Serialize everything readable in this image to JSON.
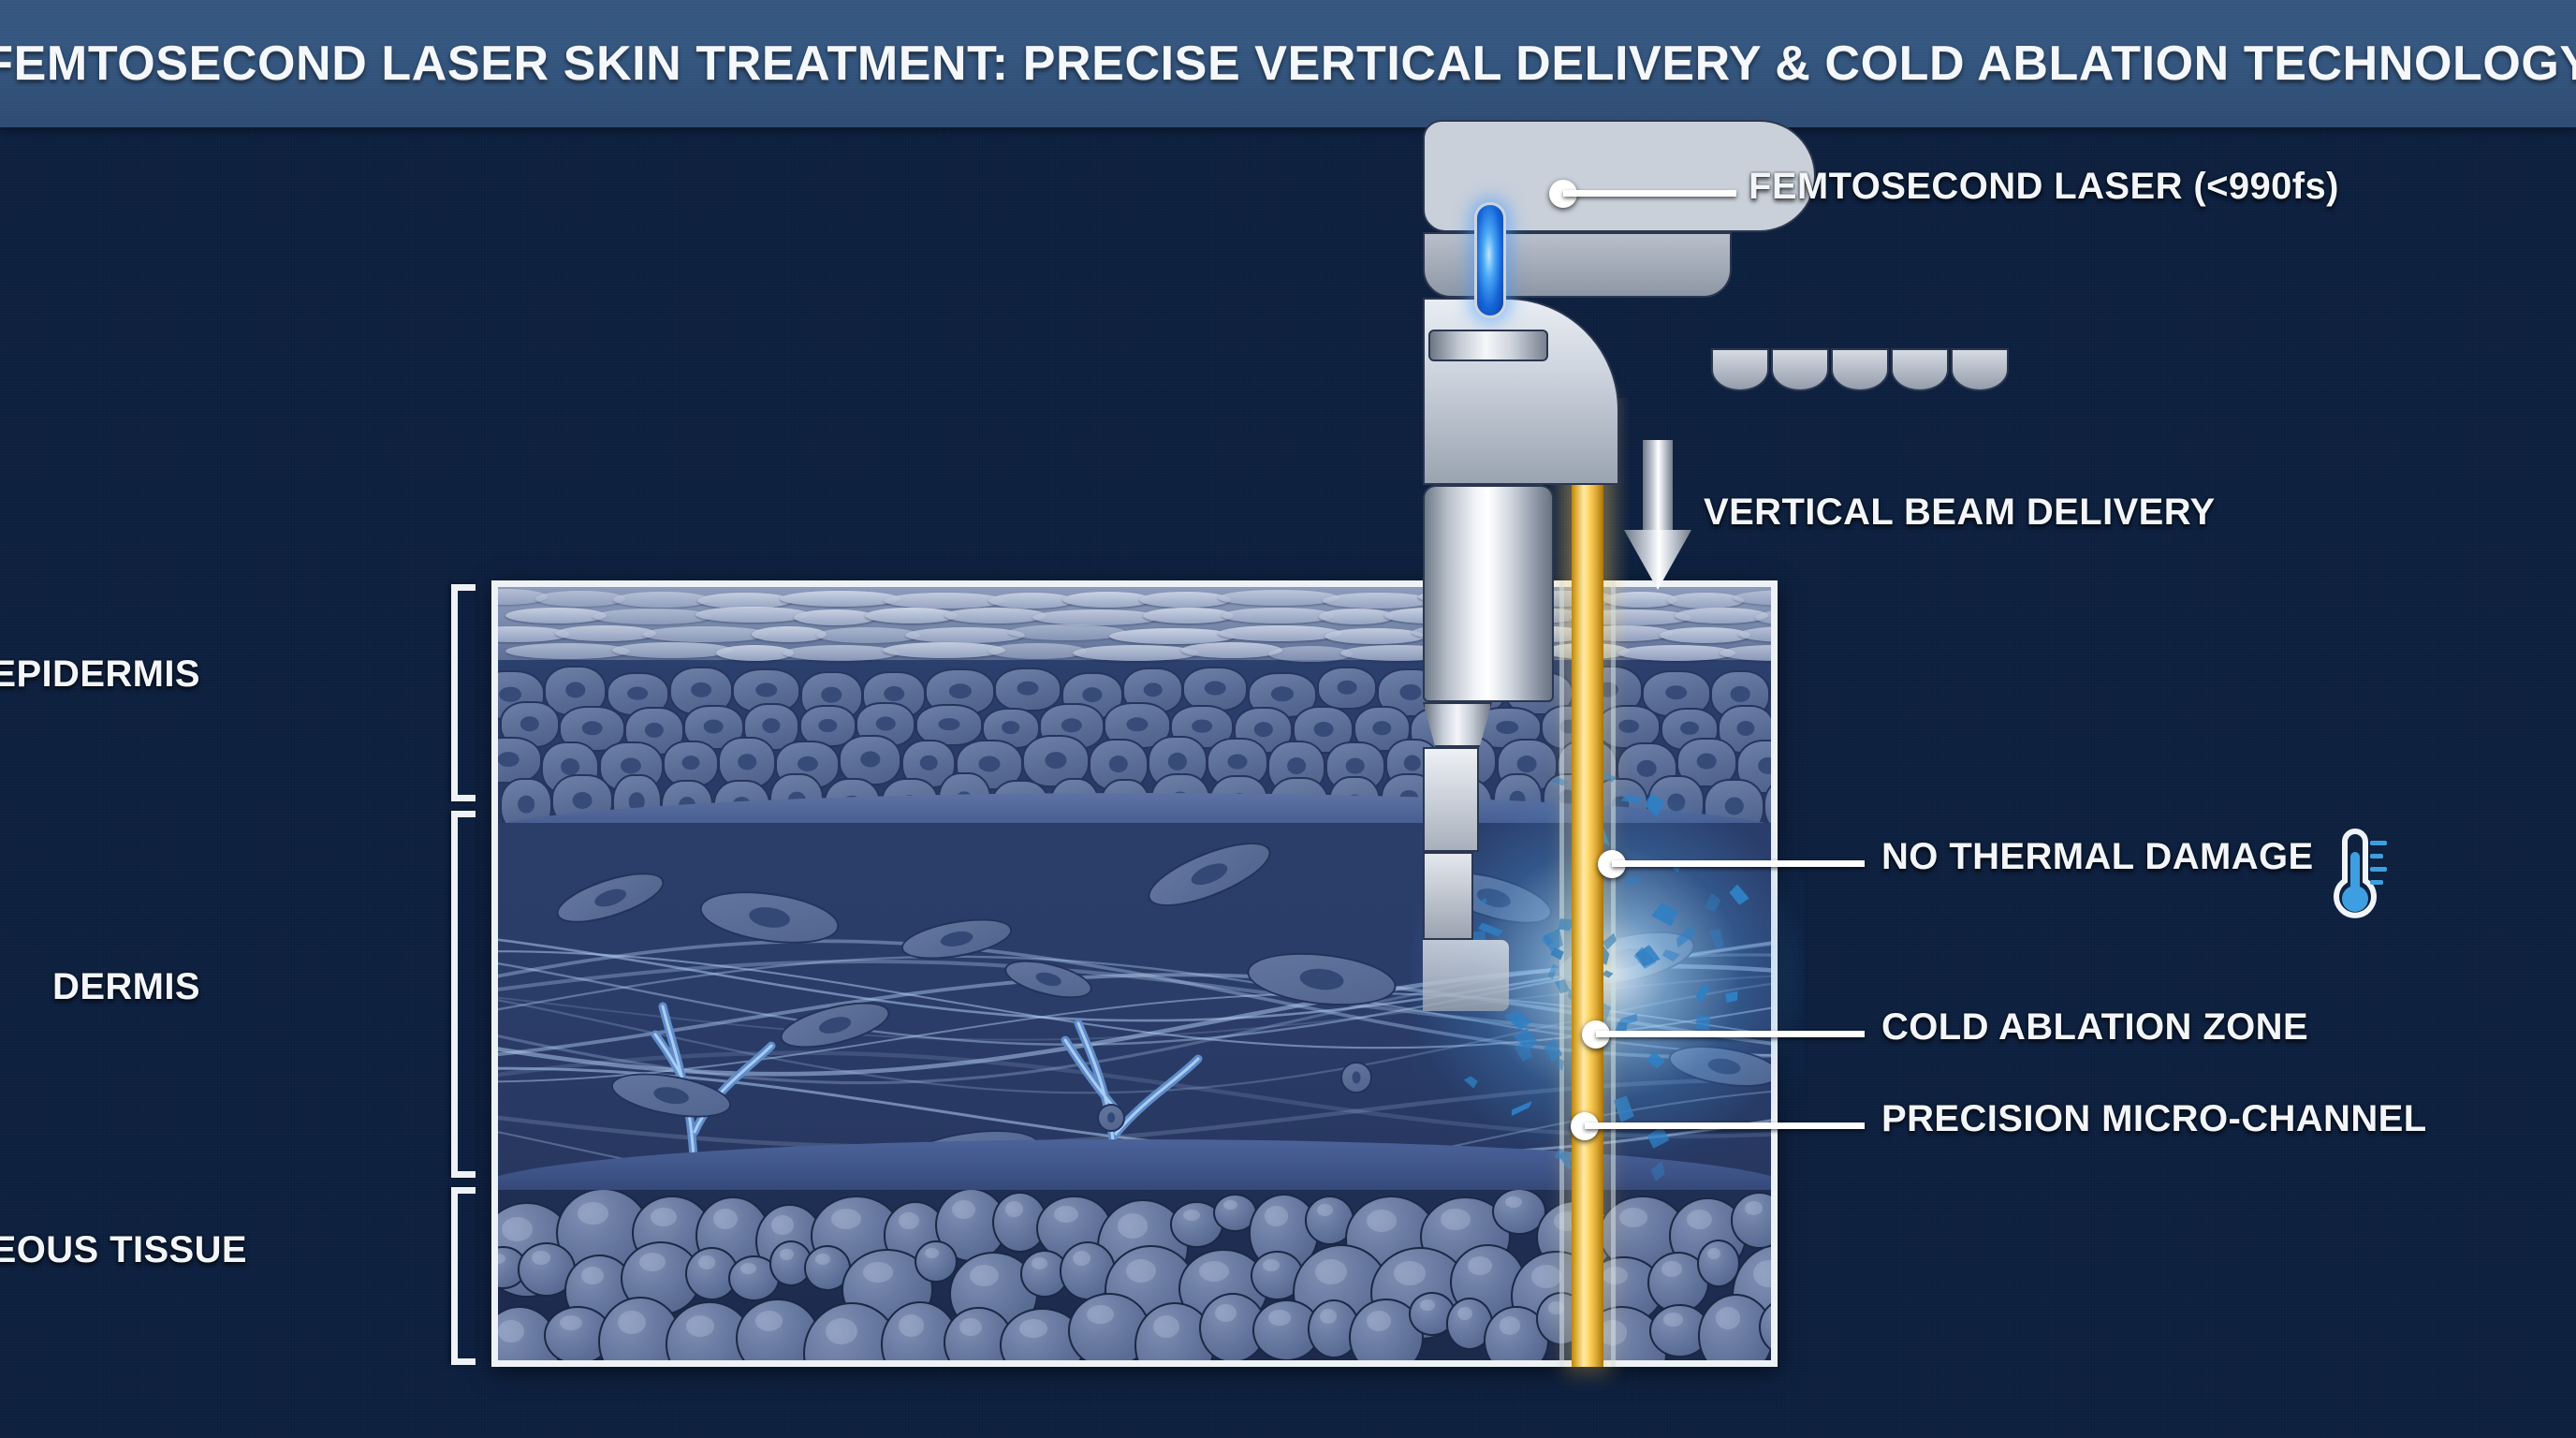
{
  "header": {
    "title": "FEMTOSECOND LASER SKIN TREATMENT: PRECISE VERTICAL DELIVERY & COLD ABLATION TECHNOLOGY",
    "bar_color": "#33547e"
  },
  "background": {
    "color": "#0c1f3e"
  },
  "device": {
    "label": "FEMTOSECOND LASER (<990fs)",
    "indicator_color": "#2f8ef0",
    "body_color": "#c9d0da"
  },
  "beam": {
    "arrow_label": "VERTICAL BEAM DELIVERY",
    "color": "#ffd96b",
    "glow_color": "#bfe2ff"
  },
  "skin_layers": [
    {
      "name": "EPIDERMIS",
      "color": "#2b3f6d"
    },
    {
      "name": "DERMIS",
      "color": "#2a3c68"
    },
    {
      "name": "SUBCUTANEOUS TISSUE",
      "color": "#1b294b"
    }
  ],
  "annotations": [
    {
      "label": "NO THERMAL DAMAGE",
      "icon": "thermometer-icon"
    },
    {
      "label": "COLD ABLATION ZONE",
      "icon": ""
    },
    {
      "label": "PRECISION MICRO-CHANNEL",
      "icon": ""
    }
  ],
  "chart_data": {
    "type": "diagram",
    "title": "FEMTOSECOND LASER SKIN TREATMENT: PRECISE VERTICAL DELIVERY & COLD ABLATION TECHNOLOGY",
    "subject": "cross-section of human skin with femtosecond laser handpiece",
    "layers": [
      {
        "name": "EPIDERMIS",
        "depth_fraction": 0.3,
        "features": [
          "stratum corneum flattened cells",
          "keratinocyte rows",
          "basal layer"
        ]
      },
      {
        "name": "DERMIS",
        "depth_fraction": 0.47,
        "features": [
          "fibroblasts",
          "blood vessels",
          "collagen fibers"
        ]
      },
      {
        "name": "SUBCUTANEOUS TISSUE",
        "depth_fraction": 0.23,
        "features": [
          "adipocytes / fat lobules"
        ]
      }
    ],
    "callouts": [
      {
        "label": "FEMTOSECOND LASER (<990fs)",
        "target": "handpiece",
        "side": "right"
      },
      {
        "label": "VERTICAL BEAM DELIVERY",
        "target": "down-arrow",
        "side": "right"
      },
      {
        "label": "NO THERMAL DAMAGE",
        "target": "upper-dermis",
        "side": "right"
      },
      {
        "label": "COLD ABLATION ZONE",
        "target": "mid-dermis",
        "side": "right"
      },
      {
        "label": "PRECISION MICRO-CHANNEL",
        "target": "lower-dermis",
        "side": "right"
      }
    ],
    "pulse_duration": "<990fs",
    "beam_orientation": "vertical",
    "legend_position": "right"
  }
}
